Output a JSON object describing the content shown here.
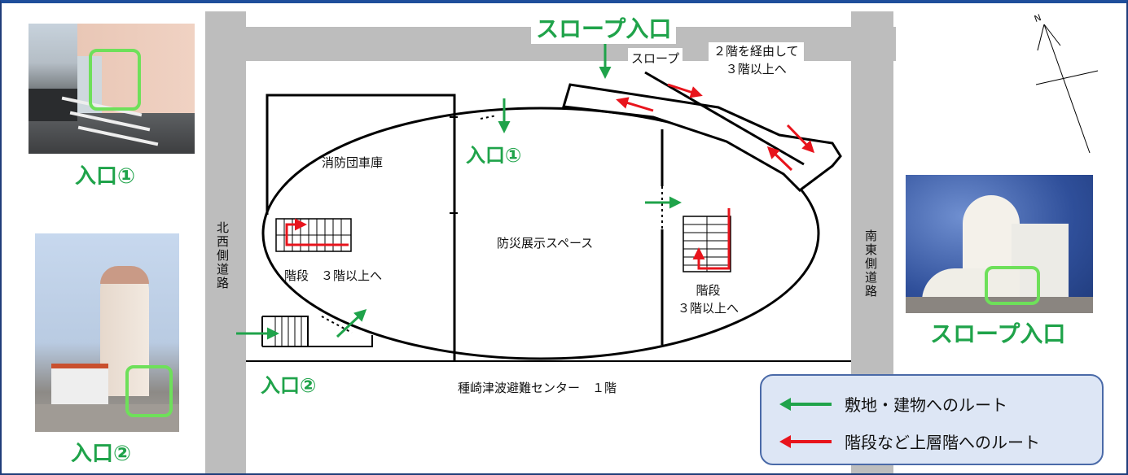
{
  "labels": {
    "slope_entrance_top": "スロープ入口",
    "slope": "スロープ",
    "via_second_floor": "２階を経由して",
    "to_third_floor_up": "３階以上へ",
    "fire_brigade_garage": "消防団車庫",
    "entrance1": "入口①",
    "entrance2": "入口②",
    "disaster_exhibit_space": "防災展示スペース",
    "stairs_left": "階段　３階以上へ",
    "stairs_right_line1": "階段",
    "stairs_right_line2": "３階以上へ",
    "nw_road": "北西側道路",
    "se_road": "南東側道路",
    "building_floor": "種崎津波避難センター　１階",
    "compass_north": "N"
  },
  "photo_captions": {
    "entrance1": "入口①",
    "entrance2": "入口②",
    "slope_entrance": "スロープ入口"
  },
  "legend": {
    "route_to_site": "敷地・建物へのルート",
    "route_upper_floors": "階段など上層階へのルート"
  },
  "colors": {
    "green_arrow": "#1fa34a",
    "red_arrow": "#e8141c",
    "road_gray": "#bdbdbd",
    "legend_bg": "#dde6f5",
    "frame_blue": "#1f4e9b"
  }
}
